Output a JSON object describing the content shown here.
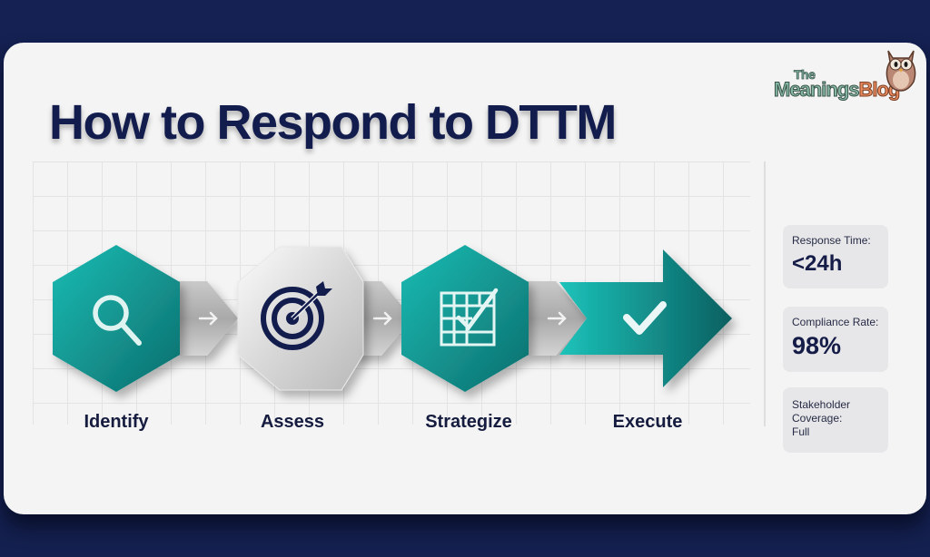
{
  "title": "How to Respond to DTTM",
  "logo": {
    "line1": "The",
    "word_main": "Meanings",
    "word_accent": "Blog",
    "icon": "owl-icon"
  },
  "steps": [
    {
      "label": "Identify",
      "icon": "magnifying-glass-icon",
      "shape": "hexagon",
      "color": "#14a39d"
    },
    {
      "label": "Assess",
      "icon": "target-with-arrow-icon",
      "shape": "hexagon",
      "color": "#d9d9d9"
    },
    {
      "label": "Strategize",
      "icon": "grid-checklist-icon",
      "shape": "hexagon",
      "color": "#14a39d"
    },
    {
      "label": "Execute",
      "icon": "checkmark-icon",
      "shape": "arrow",
      "color": "#14a39d"
    }
  ],
  "connector_icon": "right-arrow-icon",
  "metrics": [
    {
      "label": "Response Time:",
      "value": "<24h"
    },
    {
      "label": "Compliance Rate:",
      "value": "98%"
    },
    {
      "label": "Stakeholder Coverage: Full",
      "value": ""
    }
  ],
  "colors": {
    "background": "#14204f",
    "card": "#f4f4f4",
    "teal": "#14a39d",
    "teal_dark": "#0d6d6c",
    "navy_text": "#131d4d",
    "metric_bg": "#e7e7e9"
  }
}
